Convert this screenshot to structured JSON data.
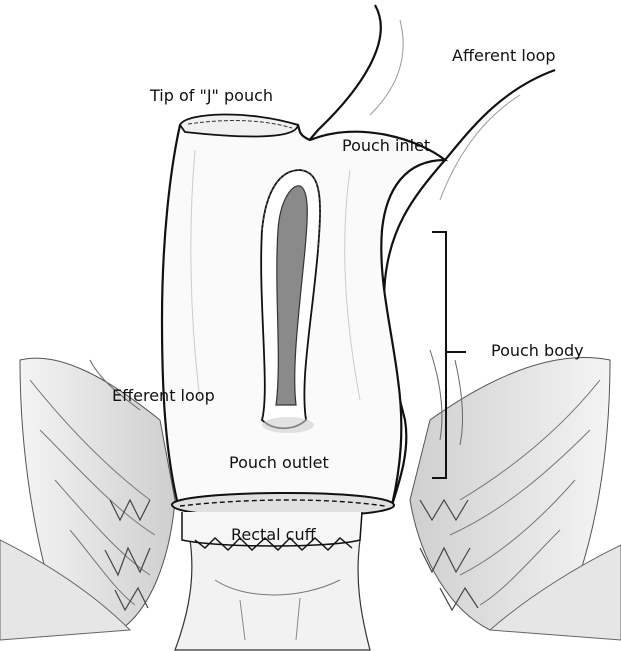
{
  "labels": {
    "afferent_loop": "Afferent loop",
    "tip_of_j_pouch": "Tip of \"J\" pouch",
    "pouch_inlet": "Pouch inlet",
    "pouch_body": "Pouch body",
    "efferent_loop": "Efferent loop",
    "pouch_outlet": "Pouch outlet",
    "rectal_cuff": "Rectal cuff"
  },
  "colors": {
    "outline": "#111111",
    "lumen_fill": "#8a8a8a",
    "tissue_hatch": "#555555",
    "background": "#ffffff"
  }
}
